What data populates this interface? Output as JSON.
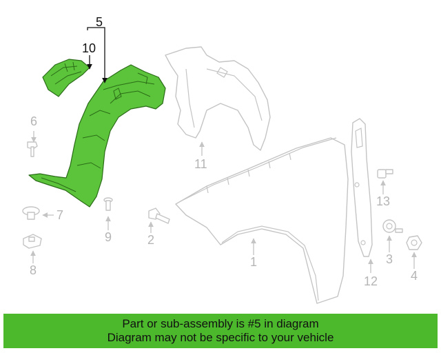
{
  "callouts": {
    "c5": "5",
    "c10": "10",
    "c11": "11",
    "c6": "6",
    "c7": "7",
    "c8": "8",
    "c9": "9",
    "c2": "2",
    "c1": "1",
    "c12": "12",
    "c13": "13",
    "c3": "3",
    "c4": "4"
  },
  "banner": {
    "line1": "Part or sub-assembly is #5 in diagram",
    "line2": "Diagram may not be specific to your vehicle"
  },
  "colors": {
    "highlight": "#5cc43a",
    "banner": "#4cb82c",
    "ghost": "#c4c4c4"
  }
}
